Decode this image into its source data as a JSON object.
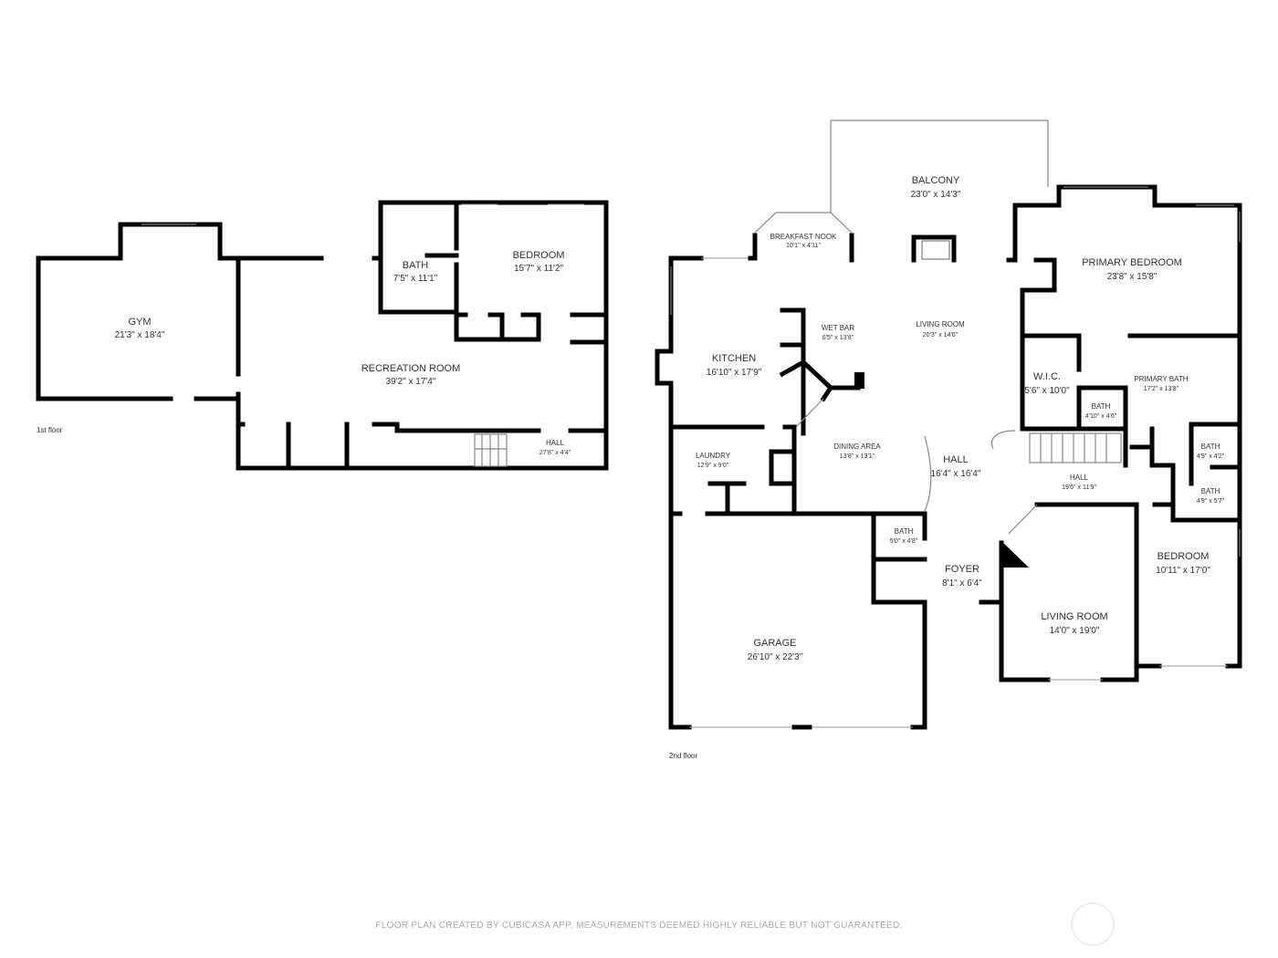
{
  "floors": [
    {
      "label": "1st floor",
      "rooms": [
        {
          "name": "GYM",
          "dims": "21'3\" x 18'4\""
        },
        {
          "name": "RECREATION ROOM",
          "dims": "39'2\" x 17'4\""
        },
        {
          "name": "BATH",
          "dims": "7'5\" x 11'1\""
        },
        {
          "name": "BEDROOM",
          "dims": "15'7\" x 11'2\""
        },
        {
          "name": "HALL",
          "dims": "27'8\" x 4'4\""
        }
      ]
    },
    {
      "label": "2nd floor",
      "rooms": [
        {
          "name": "BALCONY",
          "dims": "23'0\" x 14'3\""
        },
        {
          "name": "BREAKFAST NOOK",
          "dims": "10'1\" x 4'11\""
        },
        {
          "name": "PRIMARY BEDROOM",
          "dims": "23'8\" x 15'8\""
        },
        {
          "name": "WET BAR",
          "dims": "6'5\" x 13'8\""
        },
        {
          "name": "LIVING ROOM",
          "dims": "20'3\" x 14'6\""
        },
        {
          "name": "KITCHEN",
          "dims": "16'10\" x 17'9\""
        },
        {
          "name": "W.I.C.",
          "dims": "5'6\" x 10'0\""
        },
        {
          "name": "PRIMARY BATH",
          "dims": "17'2\" x 13'8\""
        },
        {
          "name": "BATH",
          "dims": "4'10\" x 4'6\""
        },
        {
          "name": "LAUNDRY",
          "dims": "12'9\" x 9'0\""
        },
        {
          "name": "DINING AREA",
          "dims": "13'8\" x 13'1\""
        },
        {
          "name": "HALL",
          "dims": "16'4\" x 16'4\""
        },
        {
          "name": "HALL",
          "dims": "19'6\" x 11'9\""
        },
        {
          "name": "BATH",
          "dims": "4'9\" x 4'2\""
        },
        {
          "name": "BATH",
          "dims": "4'9\" x 5'7\""
        },
        {
          "name": "BATH",
          "dims": "5'0\" x 4'8\""
        },
        {
          "name": "FOYER",
          "dims": "8'1\" x 6'4\""
        },
        {
          "name": "BEDROOM",
          "dims": "10'11\" x 17'0\""
        },
        {
          "name": "LIVING ROOM",
          "dims": "14'0\" x 19'0\""
        },
        {
          "name": "GARAGE",
          "dims": "26'10\" x 22'3\""
        }
      ]
    }
  ],
  "footer": "FLOOR PLAN CREATED BY CUBICASA APP. MEASUREMENTS DEEMED HIGHLY RELIABLE BUT NOT GUARANTEED."
}
